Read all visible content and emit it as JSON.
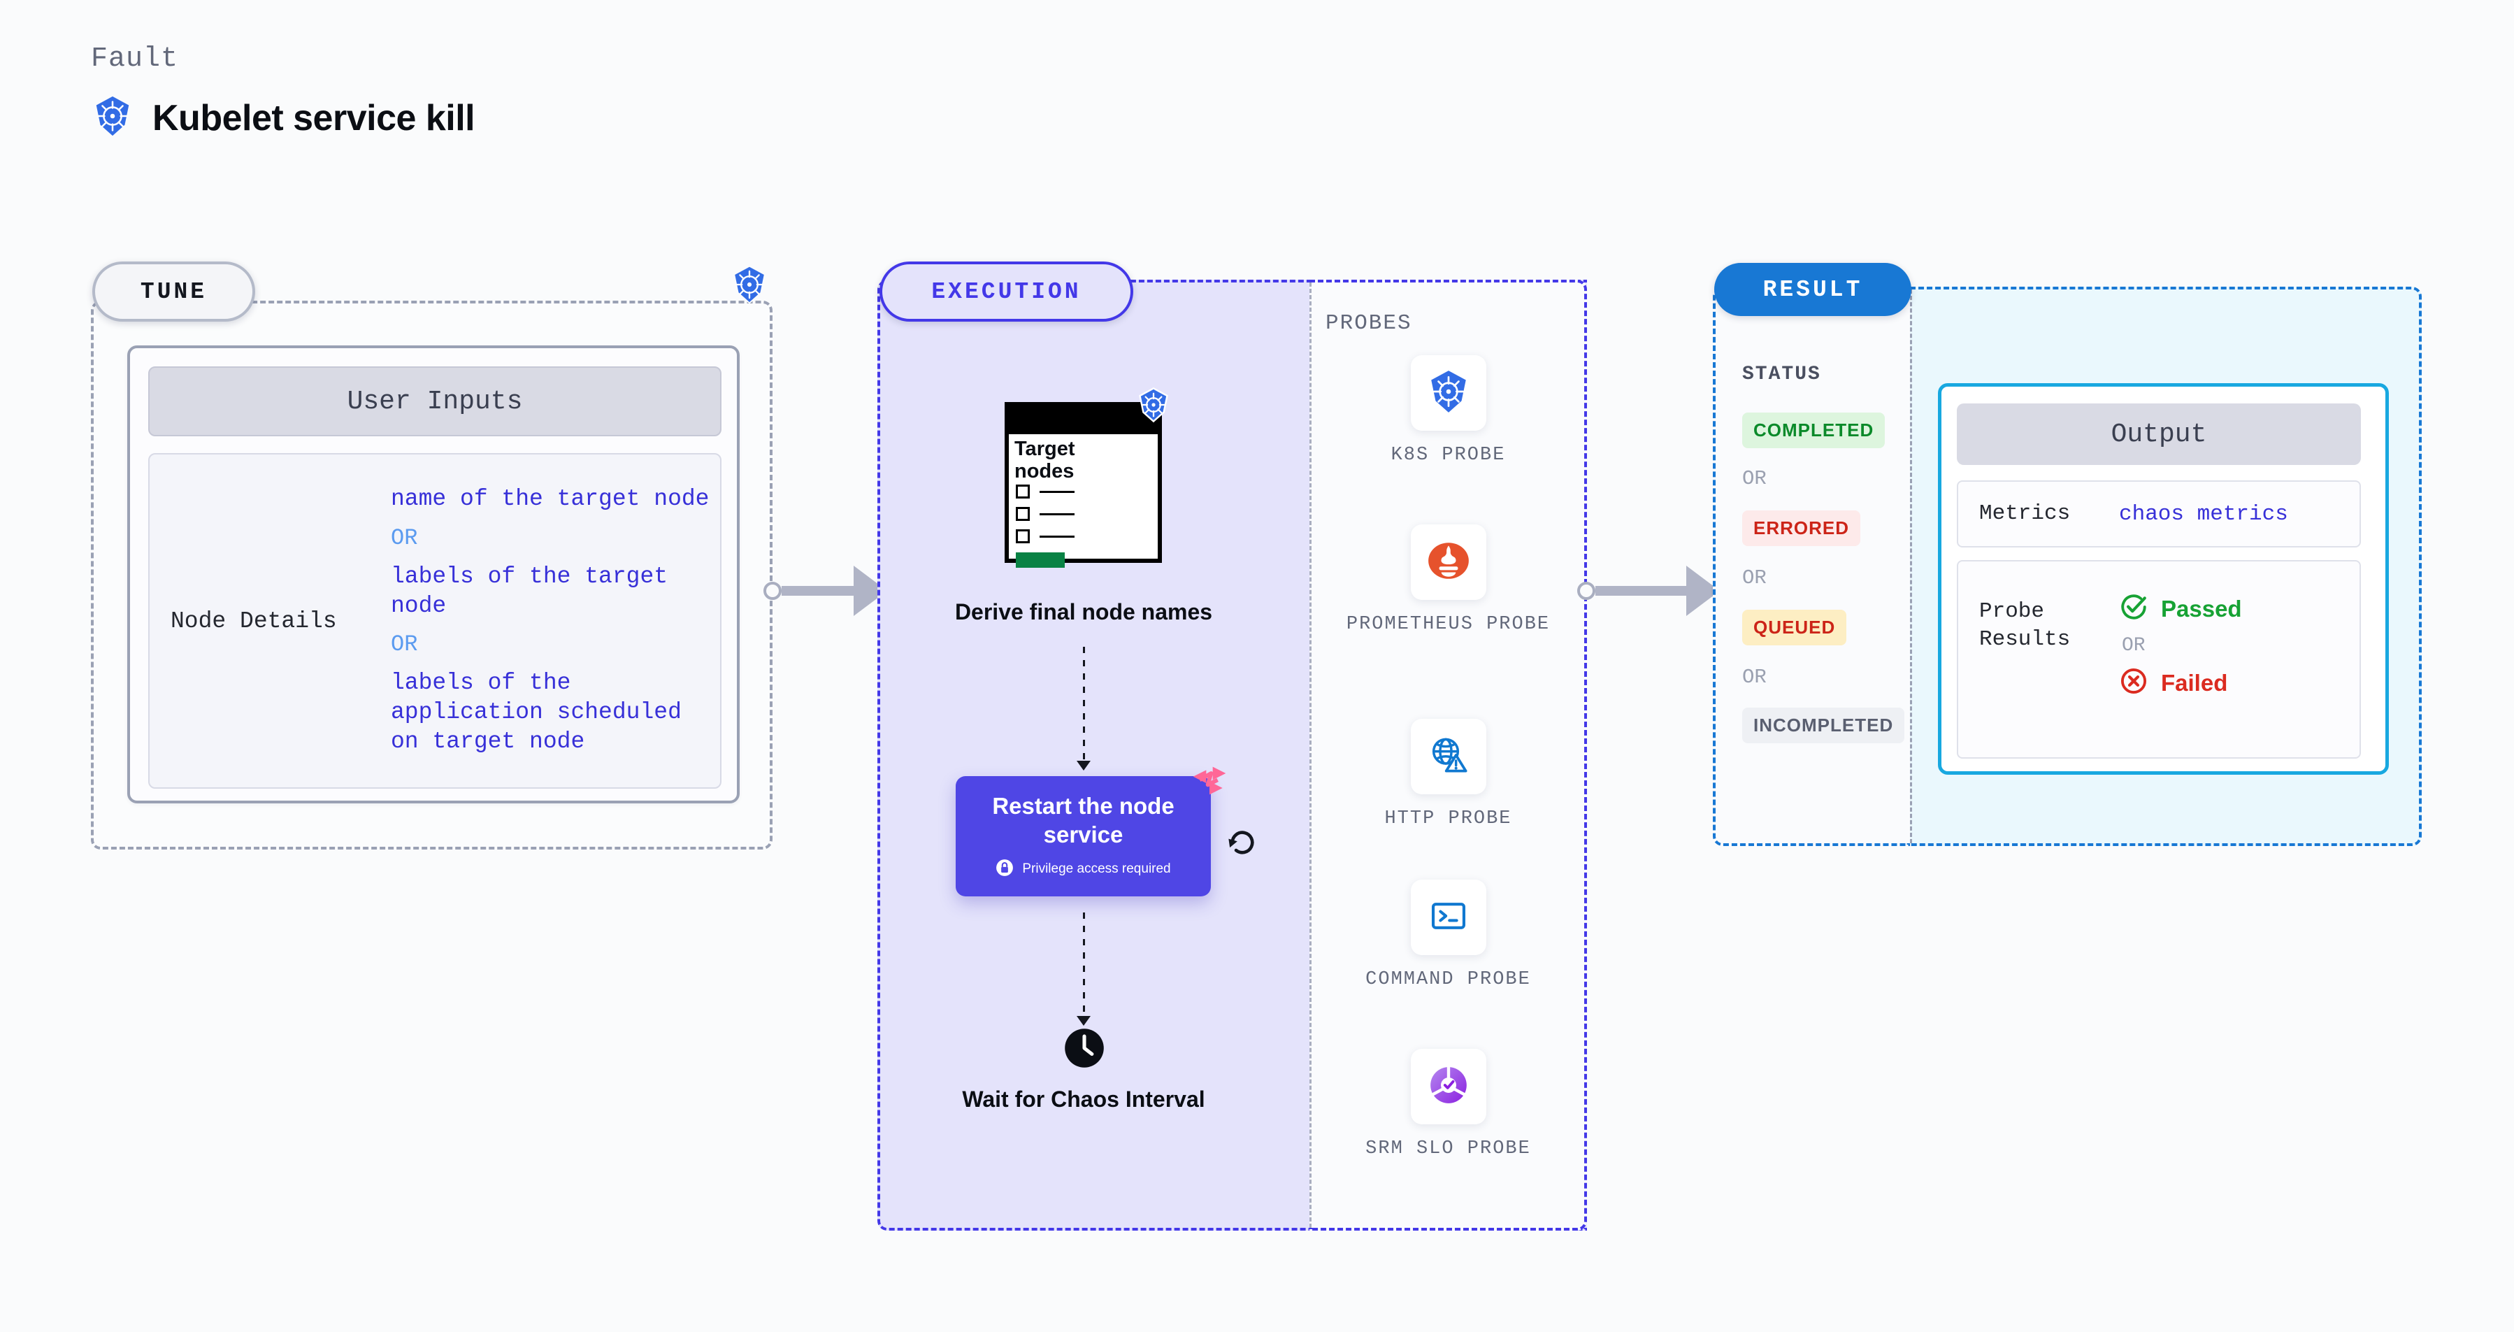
{
  "header": {
    "fault_label": "Fault",
    "title": "Kubelet service kill",
    "icon": "kubernetes-icon"
  },
  "tune": {
    "pill_label": "TUNE",
    "badge_icon": "kubernetes-icon",
    "card_title": "User Inputs",
    "rows": [
      {
        "key": "Node Details",
        "values": [
          "name of the target node",
          "labels of the target node",
          "labels of the application scheduled on target node"
        ],
        "separator": "OR"
      }
    ]
  },
  "execution": {
    "pill_label": "EXECUTION",
    "target_card": {
      "title": "Target nodes",
      "badge_icon": "kubernetes-icon",
      "checkbox_count": 3,
      "progress_color": "#098244"
    },
    "derive_label": "Derive final node names",
    "restart": {
      "title": "Restart the node service",
      "privilege_text": "Privilege access required",
      "privilege_icon": "lock-icon",
      "chaos_badge_icon": "chaos-badge-icon",
      "loop_icon": "refresh-loop-icon",
      "color": "#4f46e5"
    },
    "wait": {
      "icon": "clock-icon",
      "label": "Wait for Chaos Interval"
    }
  },
  "probes": {
    "section_label": "PROBES",
    "items": [
      {
        "label": "K8S PROBE",
        "icon": "kubernetes-icon"
      },
      {
        "label": "PROMETHEUS PROBE",
        "icon": "prometheus-icon"
      },
      {
        "label": "HTTP PROBE",
        "icon": "globe-warning-icon"
      },
      {
        "label": "COMMAND PROBE",
        "icon": "terminal-icon"
      },
      {
        "label": "SRM SLO PROBE",
        "icon": "srm-slo-icon"
      }
    ]
  },
  "result": {
    "pill_label": "RESULT",
    "status_label": "STATUS",
    "separator": "OR",
    "statuses": [
      {
        "label": "COMPLETED",
        "text_color": "#0b8a2a",
        "bg_color": "#ddf5de"
      },
      {
        "label": "ERRORED",
        "text_color": "#cc2418",
        "bg_color": "#fdeaea"
      },
      {
        "label": "QUEUED",
        "text_color": "#cc2418",
        "bg_color": "#fdeec3"
      },
      {
        "label": "INCOMPLETED",
        "text_color": "#5a5f70",
        "bg_color": "#eef0f4"
      }
    ],
    "output": {
      "card_title": "Output",
      "metrics_key": "Metrics",
      "metrics_value": "chaos metrics",
      "probe_results_key": "Probe Results",
      "passed_label": "Passed",
      "failed_label": "Failed",
      "separator": "OR",
      "passed_icon": "check-circle-icon",
      "failed_icon": "x-circle-icon"
    }
  },
  "connectors": [
    {
      "name": "tune-to-execution"
    },
    {
      "name": "execution-to-result"
    }
  ]
}
